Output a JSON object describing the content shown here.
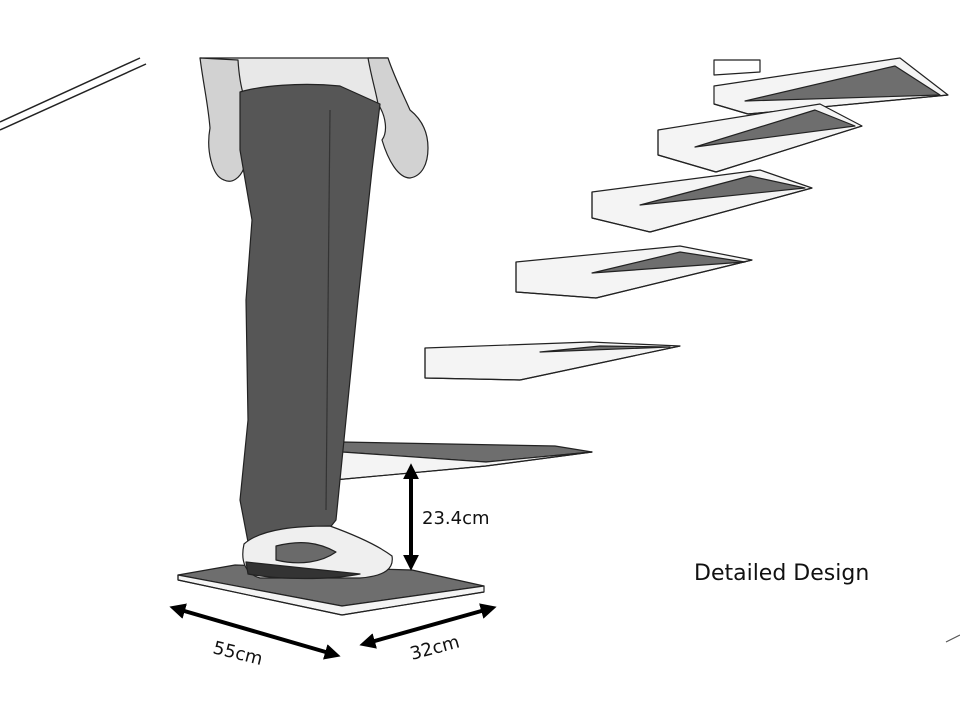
{
  "caption": "Detailed Design",
  "dimensions": {
    "riser_height": "23.4cm",
    "tread_width": "55cm",
    "tread_depth": "32cm"
  },
  "colors": {
    "tread_top": "#6e6e6e",
    "tread_edge": "#f4f4f4",
    "trousers": "#565656",
    "skin": "#d2d2d2",
    "arrow": "#000000"
  }
}
